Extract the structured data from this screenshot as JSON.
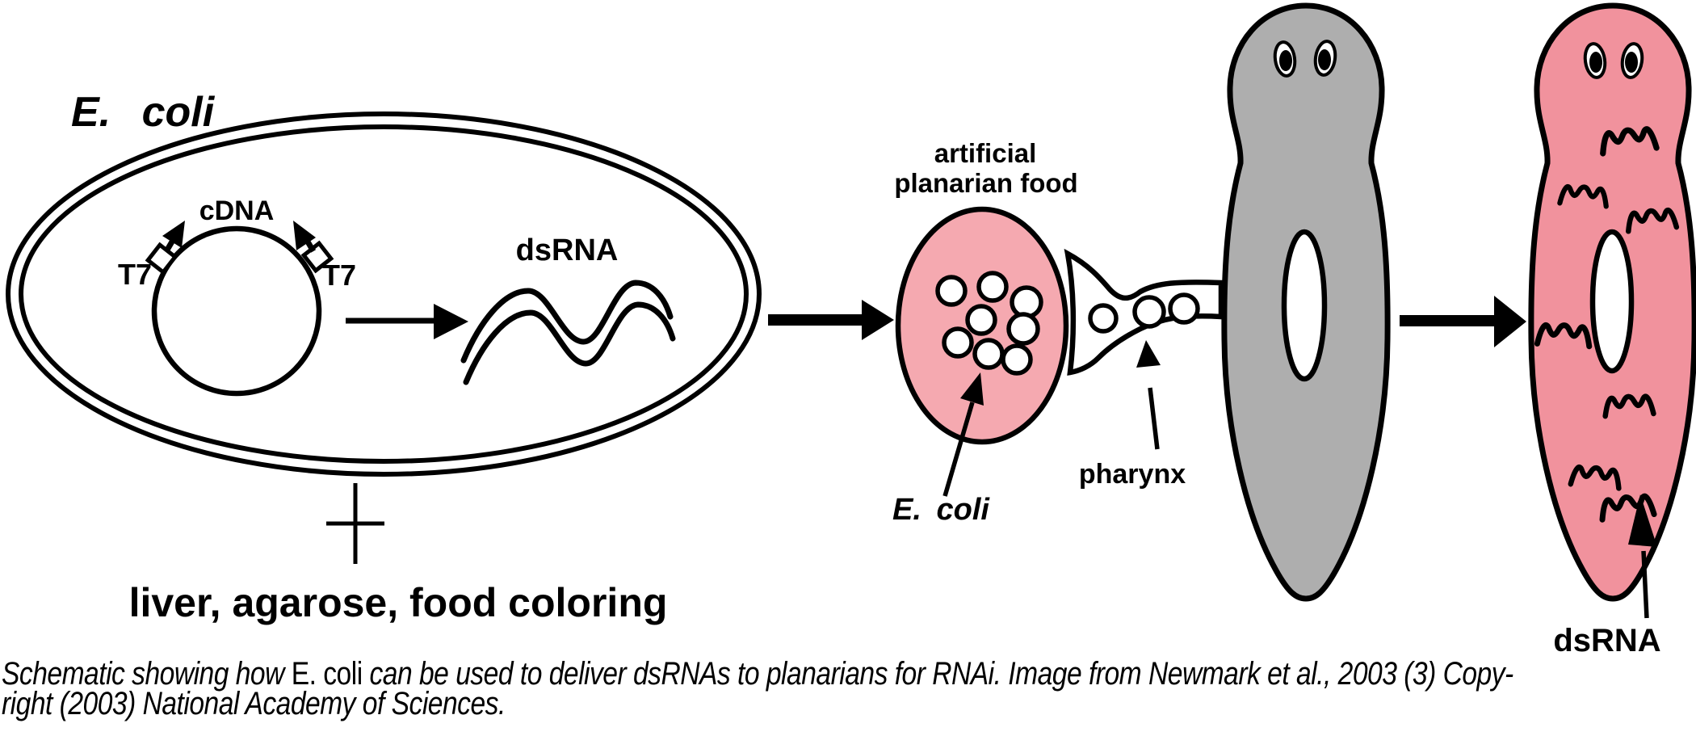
{
  "figure": {
    "bacterium_label": "E. coli",
    "plasmid": {
      "gene": "cDNA",
      "promoter_left": "T7",
      "promoter_right": "T7"
    },
    "transcript_label": "dsRNA",
    "plus_symbol": "+",
    "mixture_label": "liver, agarose, food coloring",
    "food_label_line1": "artificial",
    "food_label_line2": "planarian food",
    "food_bacteria_label": "E. coli",
    "pharynx_label": "pharynx",
    "worm_dsrna_label": "dsRNA",
    "colors": {
      "food_pink": "#F5A9B0",
      "worm_pink": "#F1929D",
      "worm_gray": "#AEAEAE",
      "ink": "#000000"
    }
  },
  "caption": {
    "line1_pre": "Schematic showing how ",
    "line1_species": "E. coli",
    "line1_post": " can be used to deliver dsRNAs to planarians for RNAi. Image from Newmark et al., 2003 (3) Copy-",
    "line2": "right (2003) National Academy of Sciences."
  }
}
